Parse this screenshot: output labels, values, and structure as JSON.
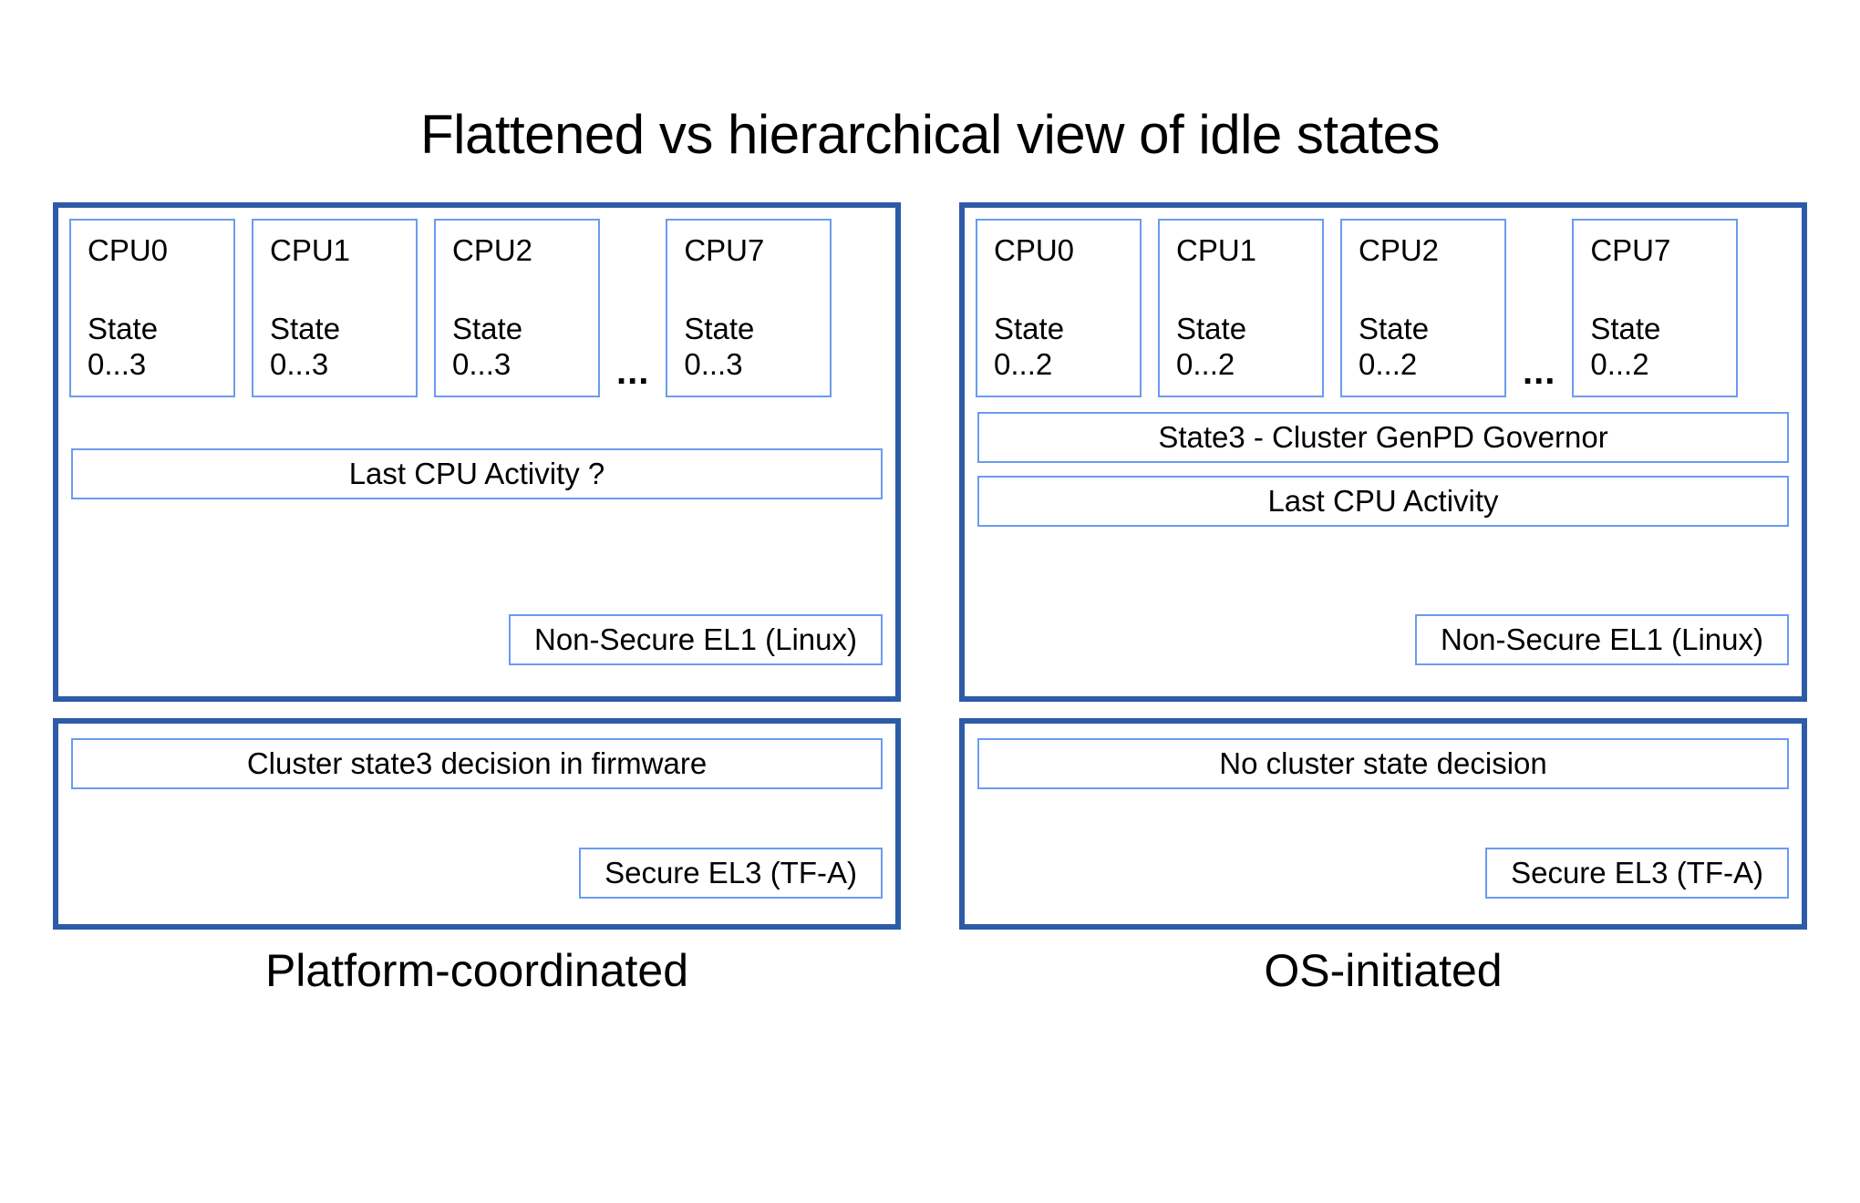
{
  "title": "Flattened vs hierarchical view of idle states",
  "colors": {
    "outer_border": "#2e5ba8",
    "inner_border": "#6b9bf0",
    "background": "#ffffff",
    "text": "#000000"
  },
  "panels": {
    "left": {
      "caption": "Platform-coordinated",
      "os_section": {
        "cpus": [
          {
            "name": "CPU0",
            "state_word": "State",
            "state_range": "0...3"
          },
          {
            "name": "CPU1",
            "state_word": "State",
            "state_range": "0...3"
          },
          {
            "name": "CPU2",
            "state_word": "State",
            "state_range": "0...3"
          },
          {
            "name": "CPU7",
            "state_word": "State",
            "state_range": "0...3"
          }
        ],
        "ellipsis": "...",
        "governor_bar": null,
        "last_cpu_activity": "Last CPU Activity ?",
        "exception_level": "Non-Secure EL1 (Linux)"
      },
      "fw_section": {
        "decision": "Cluster state3 decision in firmware",
        "exception_level": "Secure EL3 (TF-A)"
      }
    },
    "right": {
      "caption": "OS-initiated",
      "os_section": {
        "cpus": [
          {
            "name": "CPU0",
            "state_word": "State",
            "state_range": "0...2"
          },
          {
            "name": "CPU1",
            "state_word": "State",
            "state_range": "0...2"
          },
          {
            "name": "CPU2",
            "state_word": "State",
            "state_range": "0...2"
          },
          {
            "name": "CPU7",
            "state_word": "State",
            "state_range": "0...2"
          }
        ],
        "ellipsis": "...",
        "governor_bar": "State3 - Cluster GenPD Governor",
        "last_cpu_activity": "Last CPU Activity",
        "exception_level": "Non-Secure EL1 (Linux)"
      },
      "fw_section": {
        "decision": "No cluster state decision",
        "exception_level": "Secure EL3 (TF-A)"
      }
    }
  }
}
